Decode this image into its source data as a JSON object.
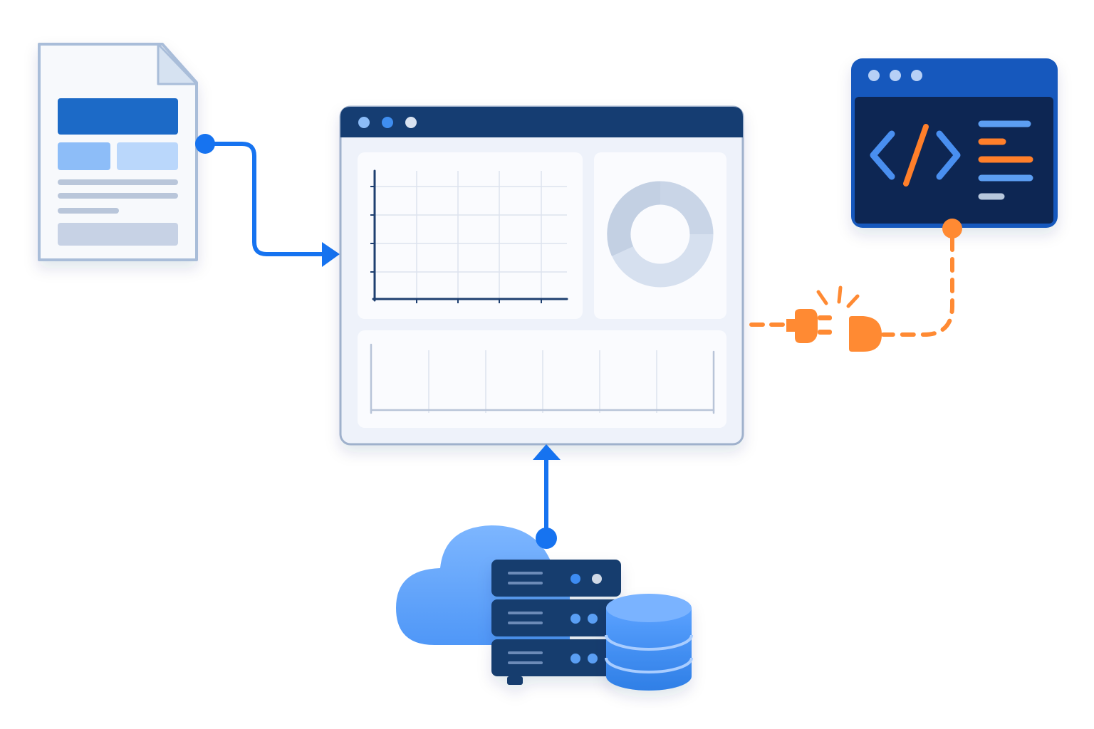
{
  "nodes": {
    "document": {
      "icon": "document-icon"
    },
    "dashboard": {
      "icon": "dashboard-window-icon",
      "window_dots": 3,
      "widgets": [
        "grid-chart-icon",
        "donut-chart-icon",
        "timeline-chart-icon"
      ]
    },
    "code_window": {
      "icon": "code-window-icon",
      "window_dots": 3
    },
    "cloud_servers": {
      "icons": [
        "cloud-icon",
        "server-rack-icon",
        "database-icon"
      ]
    }
  },
  "connectors": [
    {
      "name": "document-to-dashboard",
      "style": "solid",
      "color": "#1673f0"
    },
    {
      "name": "cloud-to-dashboard",
      "style": "solid",
      "color": "#1673f0"
    },
    {
      "name": "code-to-dashboard",
      "style": "dashed",
      "color": "#ff8a33",
      "icon": "plug-icon"
    }
  ],
  "colors": {
    "primary_blue": "#1673f0",
    "navy": "#143f78",
    "accent_orange": "#ff8a33",
    "light_blue": "#76b2ff"
  }
}
